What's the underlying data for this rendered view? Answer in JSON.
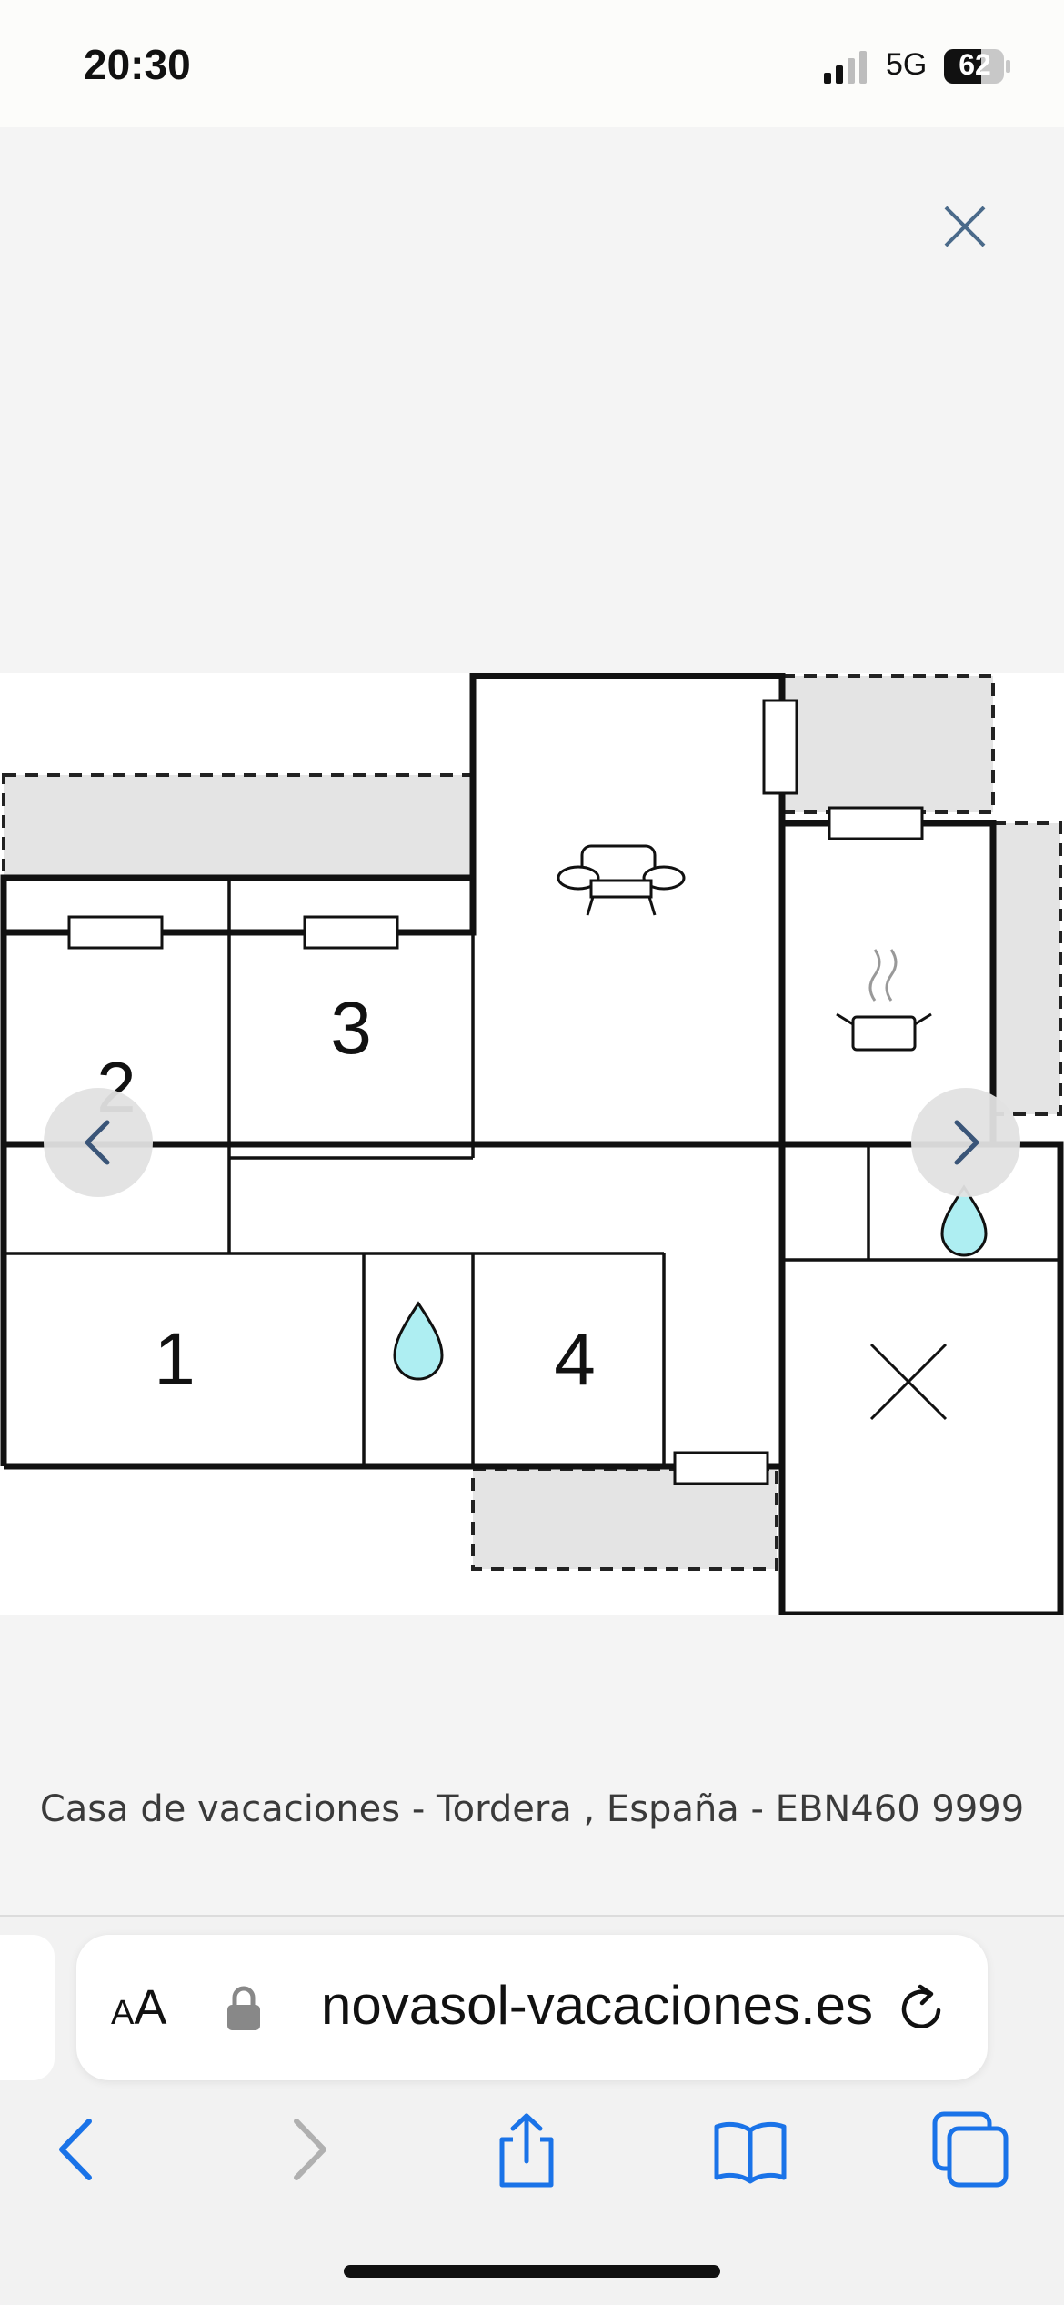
{
  "status_bar": {
    "time": "20:30",
    "network": "5G",
    "battery": "62"
  },
  "gallery": {
    "floor_plan": {
      "room_labels": [
        "3",
        "1",
        "4"
      ]
    },
    "caption": "Casa de vacaciones - Tordera , España - EBN460 9999"
  },
  "browser": {
    "text_size_label_small": "A",
    "text_size_label_large": "A",
    "url": "novasol-vacaciones.es"
  },
  "icons": {
    "close": "close-icon",
    "prev": "chevron-left-icon",
    "next": "chevron-right-icon",
    "lock": "lock-icon",
    "reload": "reload-icon",
    "back": "back-icon",
    "forward": "forward-icon",
    "share": "share-icon",
    "bookmarks": "bookmarks-icon",
    "tabs": "tabs-icon"
  },
  "colors": {
    "accent": "#1a73e8",
    "disabled": "#b0b0b0",
    "water": "#aeeef2"
  }
}
